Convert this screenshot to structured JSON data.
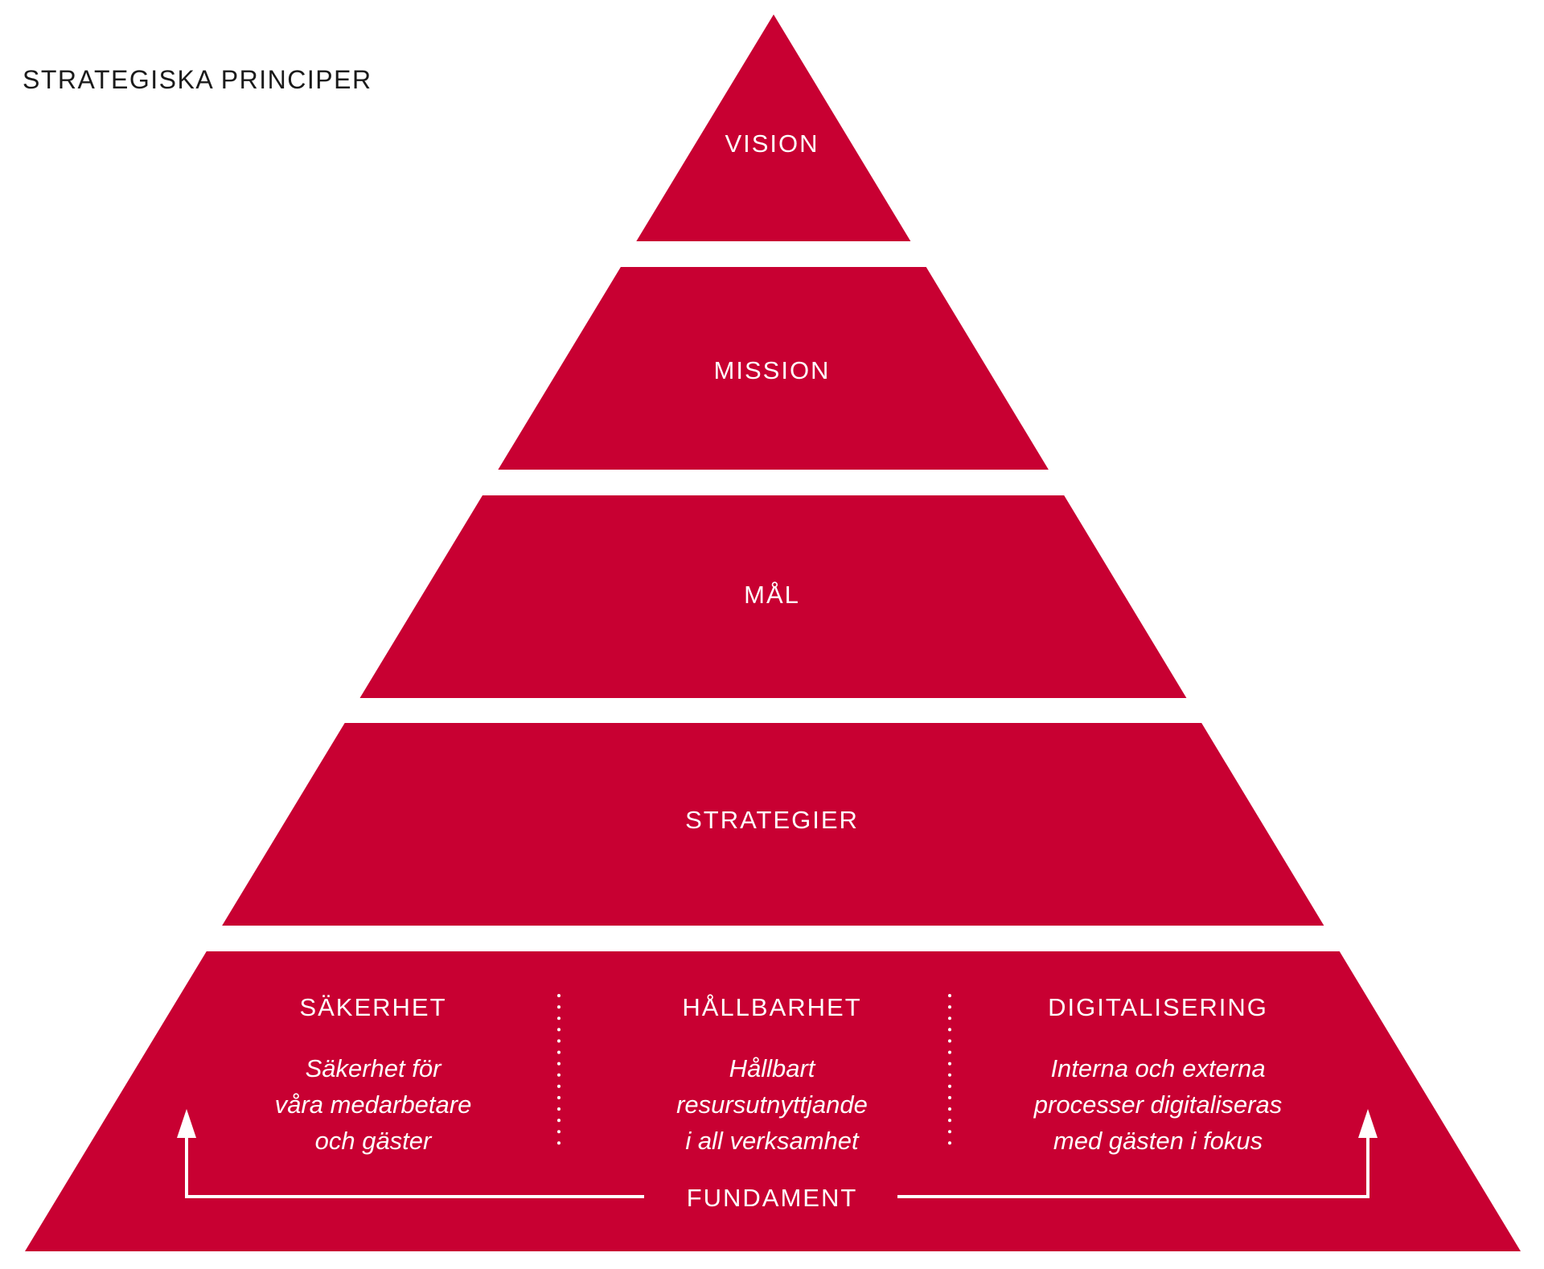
{
  "title": "STRATEGISKA PRINCIPER",
  "colors": {
    "brand": "#c80032",
    "background": "#ffffff",
    "text": "#1a1a1a"
  },
  "levels": [
    "VISION",
    "MISSION",
    "MÅL",
    "STRATEGIER"
  ],
  "foundation": {
    "label": "FUNDAMENT",
    "pillars": [
      {
        "heading": "SÄKERHET",
        "lines": [
          "Säkerhet för",
          "våra medarbetare",
          "och gäster"
        ]
      },
      {
        "heading": "HÅLLBARHET",
        "lines": [
          "Hållbart",
          "resursutnyttjande",
          "i all verksamhet"
        ]
      },
      {
        "heading": "DIGITALISERING",
        "lines": [
          "Interna och externa",
          "processer digitaliseras",
          "med gästen i fokus"
        ]
      }
    ]
  }
}
